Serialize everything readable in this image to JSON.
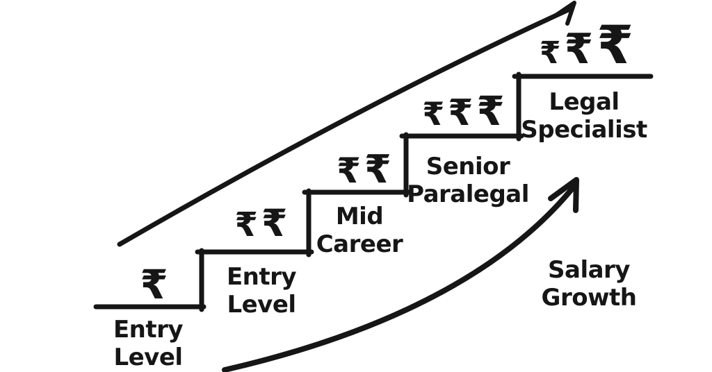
{
  "colors": {
    "ink": "#161616",
    "background": "#ffffff"
  },
  "steps": [
    {
      "label_line1": "Entry",
      "label_line2": "Level",
      "rupees": "₹",
      "rupee_chars": [
        "₹"
      ]
    },
    {
      "label_line1": "Entry",
      "label_line2": "Level",
      "rupees": "₹₹",
      "rupee_chars": [
        "₹",
        "₹"
      ]
    },
    {
      "label_line1": "Mid",
      "label_line2": "Career",
      "rupees": "₹₹",
      "rupee_chars": [
        "₹",
        "₹"
      ]
    },
    {
      "label_line1": "Senior",
      "label_line2": "Paralegal",
      "rupees": "₹₹₹",
      "rupee_chars": [
        "₹",
        "₹",
        "₹"
      ]
    },
    {
      "label_line1": "Legal",
      "label_line2": "Specialist",
      "rupees": "₹₹₹",
      "rupee_chars": [
        "₹",
        "₹",
        "₹"
      ]
    }
  ],
  "annotation": {
    "line1": "Salary",
    "line2": "Growth"
  },
  "icons": {
    "trend_arrow": "arrow-up-right",
    "growth_arrow": "curved-arrow-up-right",
    "currency": "indian-rupee-sign"
  }
}
